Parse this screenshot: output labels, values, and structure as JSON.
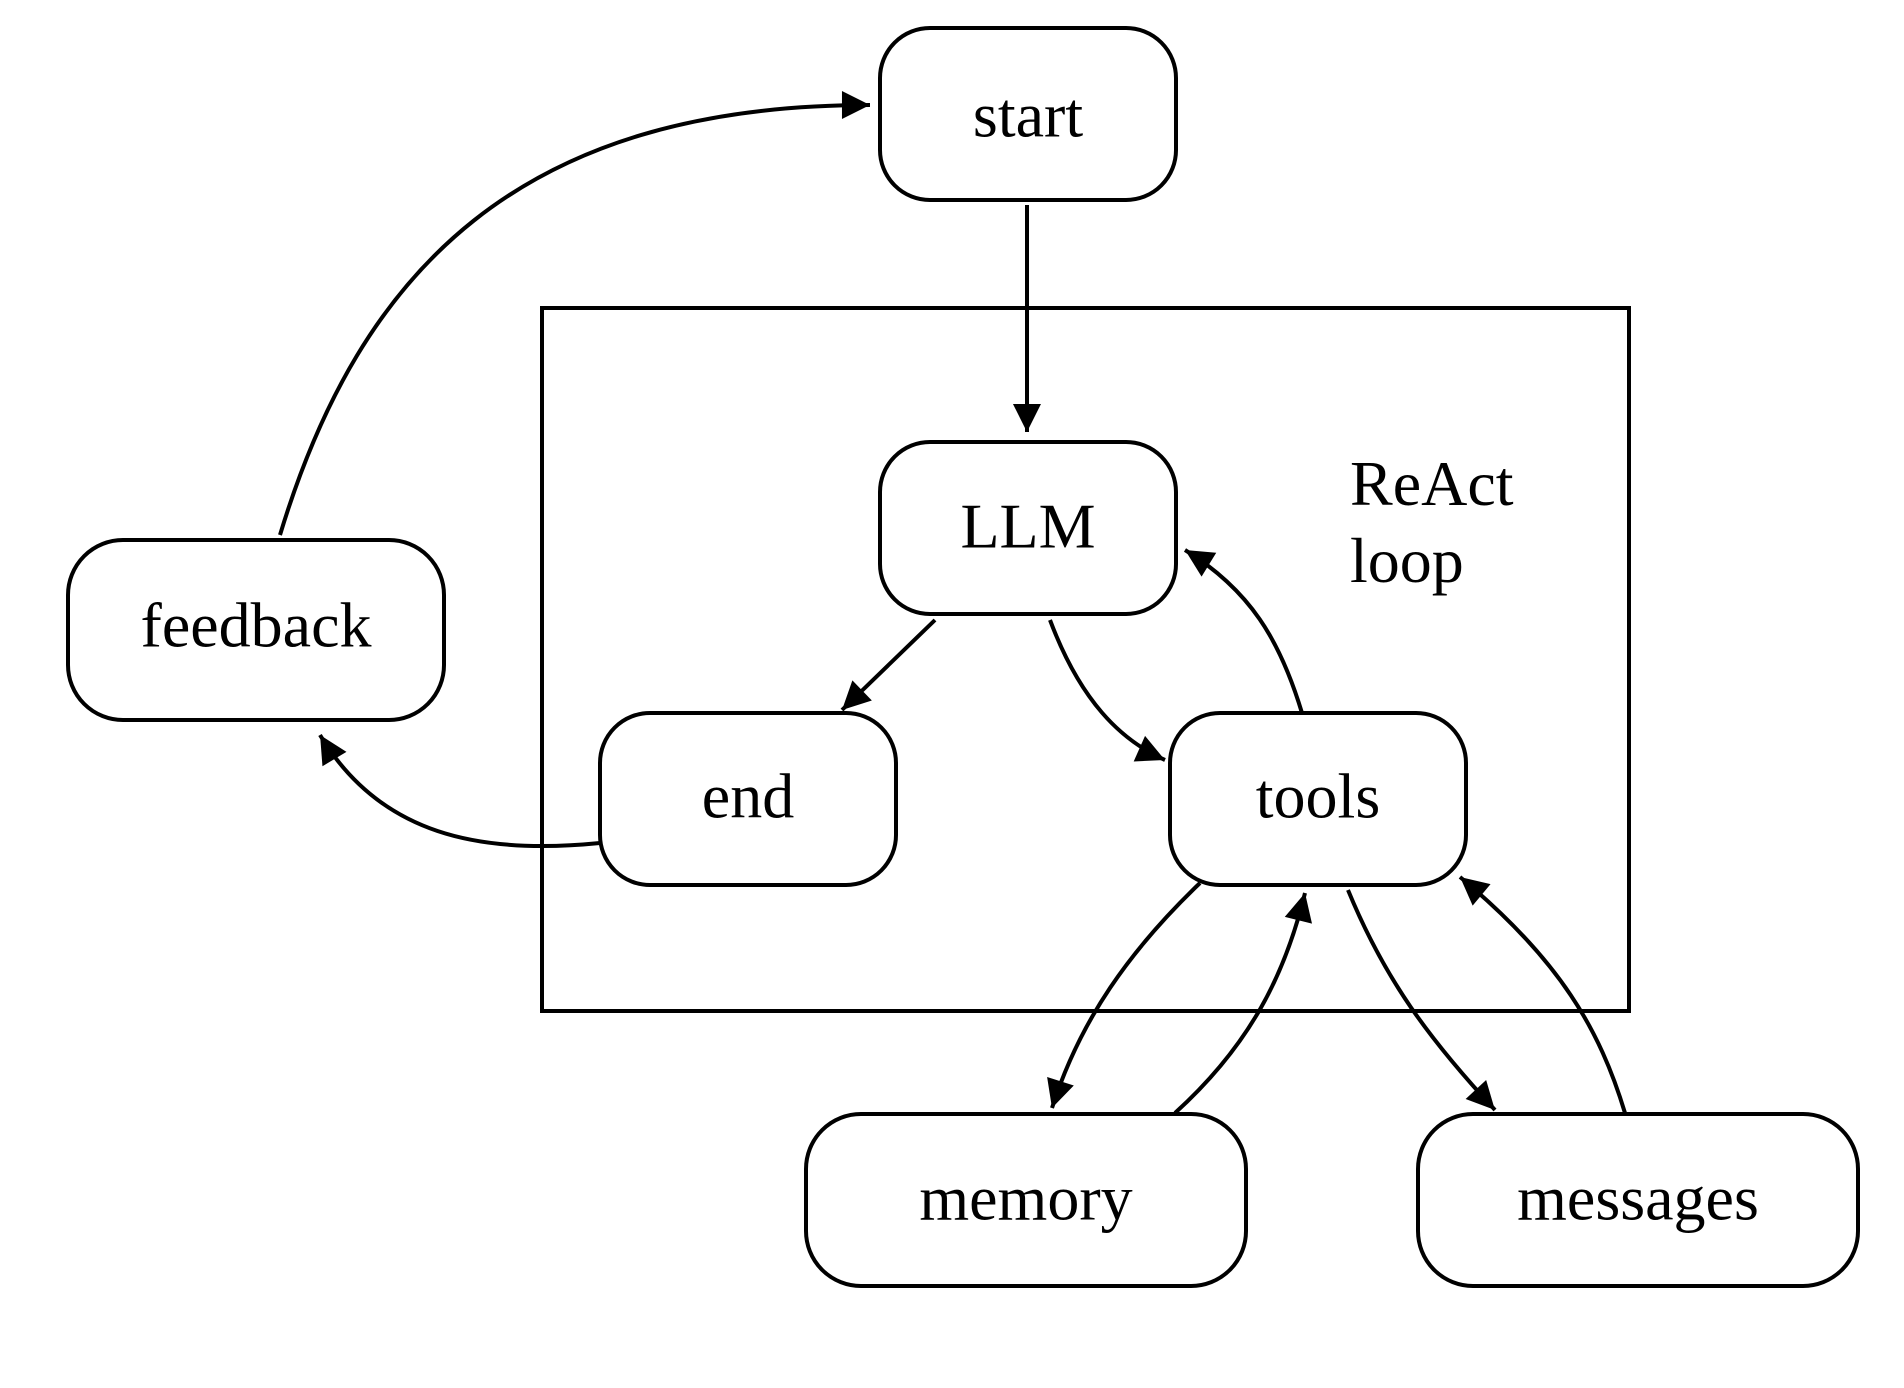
{
  "diagram": {
    "nodes": {
      "start": "start",
      "llm": "LLM",
      "feedback": "feedback",
      "end": "end",
      "tools": "tools",
      "memory": "memory",
      "messages": "messages"
    },
    "group": {
      "label_line1": "ReAct",
      "label_line2": "loop"
    },
    "edges": [
      {
        "from": "start",
        "to": "LLM"
      },
      {
        "from": "LLM",
        "to": "end"
      },
      {
        "from": "LLM",
        "to": "tools"
      },
      {
        "from": "tools",
        "to": "LLM"
      },
      {
        "from": "end",
        "to": "feedback"
      },
      {
        "from": "feedback",
        "to": "start"
      },
      {
        "from": "tools",
        "to": "memory"
      },
      {
        "from": "memory",
        "to": "tools"
      },
      {
        "from": "tools",
        "to": "messages"
      },
      {
        "from": "messages",
        "to": "tools"
      }
    ],
    "colors": {
      "stroke": "#000000",
      "background": "#ffffff"
    }
  }
}
